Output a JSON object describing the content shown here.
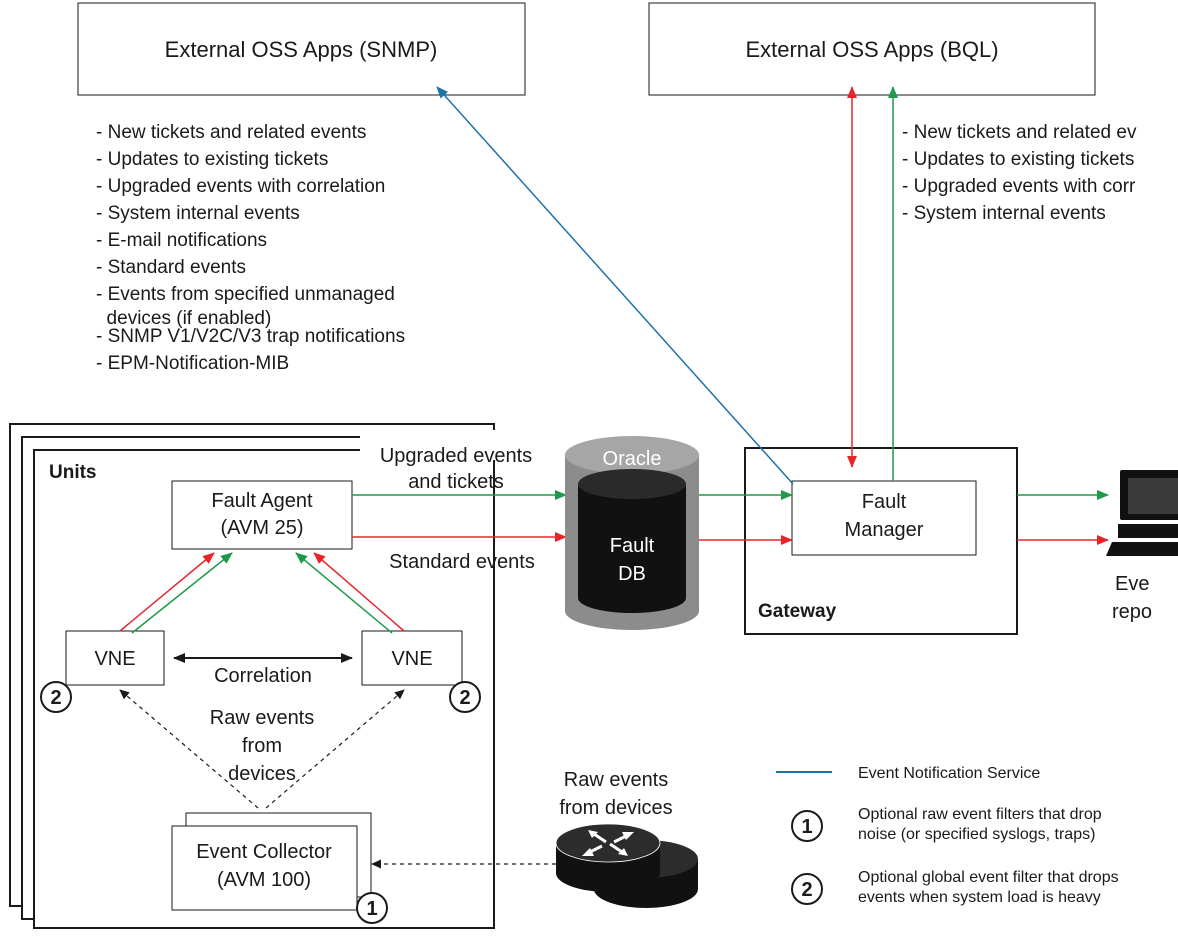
{
  "oss_snmp": {
    "title": "External OSS Apps (SNMP)"
  },
  "oss_bql": {
    "title": "External OSS Apps (BQL)"
  },
  "snmp_notes": [
    "- New tickets and related events",
    "- Updates to existing tickets",
    "- Upgraded events with correlation",
    "- System internal events",
    "- E-mail notifications",
    "- Standard events",
    "- Events from specified unmanaged",
    "  devices (if enabled)",
    "- SNMP V1/V2C/V3 trap notifications",
    "- EPM-Notification-MIB"
  ],
  "bql_notes": [
    "- New tickets and related ev",
    "- Updates to existing tickets",
    "- Upgraded events with corr",
    "- System internal events"
  ],
  "units": {
    "label": "Units",
    "fault_agent": [
      "Fault Agent",
      "(AVM 25)"
    ],
    "vne_left": "VNE",
    "vne_right": "VNE",
    "correlation": "Correlation",
    "raw_inner": [
      "Raw events",
      "from",
      "devices"
    ],
    "event_collector": [
      "Event Collector",
      "(AVM 100)"
    ]
  },
  "flows": {
    "upgraded": [
      "Upgraded events",
      "and tickets"
    ],
    "standard": "Standard events"
  },
  "db": {
    "oracle": "Oracle",
    "fault": [
      "Fault",
      "DB"
    ]
  },
  "gateway": {
    "label": "Gateway",
    "fault_manager": [
      "Fault",
      "Manager"
    ]
  },
  "client": {
    "label": [
      "Eve",
      "repo"
    ]
  },
  "raw_external": [
    "Raw events",
    "from devices"
  ],
  "badges": {
    "one": "1",
    "two": "2"
  },
  "legend": {
    "ens": "Event Notification Service",
    "filter1": [
      "Optional raw event filters that drop",
      "noise (or specified syslogs, traps)"
    ],
    "filter2": [
      "Optional global event filter that drops",
      "events when system load is heavy"
    ]
  },
  "colors": {
    "green": "#1e9a4a",
    "red": "#e8262a",
    "blue": "#1e73a8",
    "oracle_gray": "#8c8c8c",
    "black": "#1a1a1a"
  }
}
